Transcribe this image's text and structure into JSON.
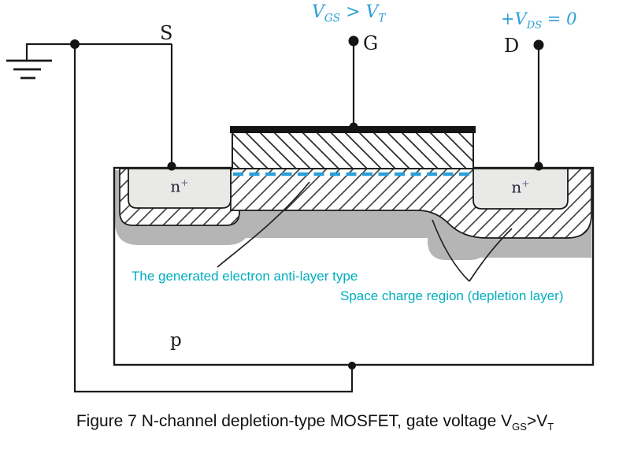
{
  "figure": {
    "caption": {
      "prefix": "Figure 7 N-channel depletion-type MOSFET, gate voltage V",
      "sub1": "GS",
      "mid": ">V",
      "sub2": "T"
    }
  },
  "terminals": {
    "source": "S",
    "gate": "G",
    "drain": "D"
  },
  "bias_labels": {
    "vgs": {
      "v1": "V",
      "sub1": "GS",
      "op": " > ",
      "v2": "V",
      "sub2": "T"
    },
    "vds": {
      "v1": "+V",
      "sub1": "DS",
      "eq": " = 0"
    }
  },
  "regions": {
    "n_plus_left": {
      "base": "n",
      "sup": "+"
    },
    "n_plus_right": {
      "base": "n",
      "sup": "+"
    },
    "substrate": "p"
  },
  "annotations": {
    "electron_layer": "The generated electron anti-layer type",
    "space_charge": "Space charge region (depletion layer)"
  },
  "colors": {
    "bias_text": "#2E9FD6",
    "annotation_text": "#00AEBD",
    "electron_layer_line": "#2B9FD8",
    "depletion_gray": "#B5B5B5",
    "n_plus_fill": "#E9E9E7",
    "gate_metal": "#141414",
    "line_black": "#1A1A1A"
  }
}
